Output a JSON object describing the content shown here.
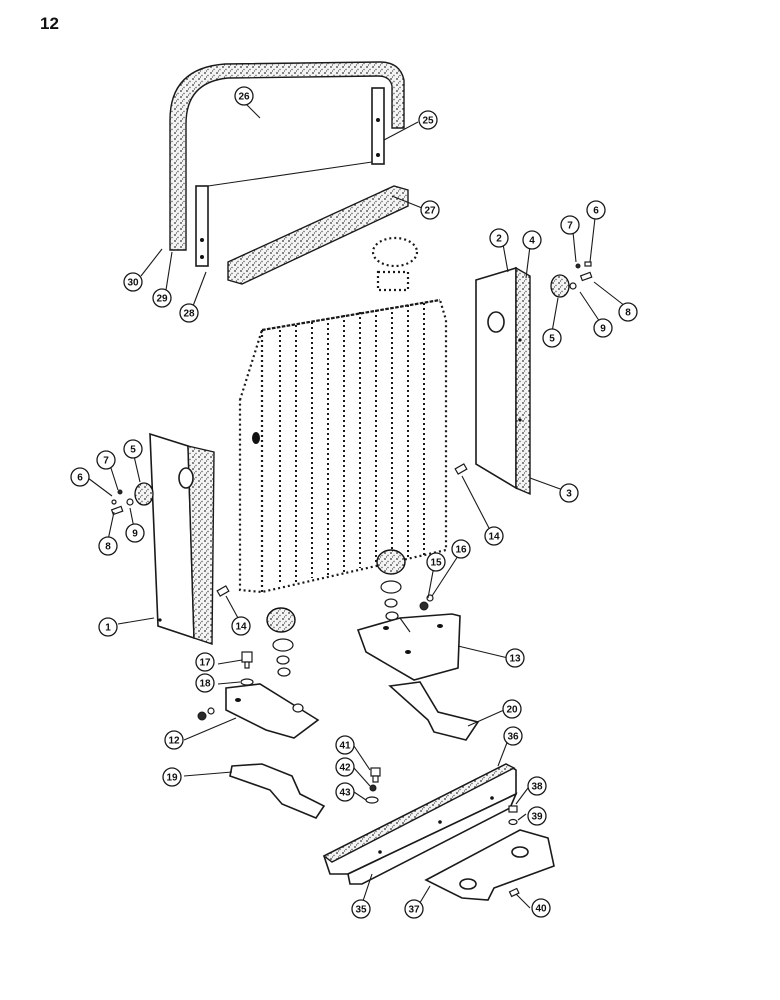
{
  "page_number": "12",
  "callouts": [
    {
      "id": "26"
    },
    {
      "id": "25"
    },
    {
      "id": "27"
    },
    {
      "id": "30"
    },
    {
      "id": "29"
    },
    {
      "id": "28"
    },
    {
      "id": "2"
    },
    {
      "id": "4"
    },
    {
      "id": "7"
    },
    {
      "id": "6"
    },
    {
      "id": "5"
    },
    {
      "id": "9"
    },
    {
      "id": "8"
    },
    {
      "id": "3"
    },
    {
      "id": "14"
    },
    {
      "id": "6"
    },
    {
      "id": "7"
    },
    {
      "id": "5"
    },
    {
      "id": "8"
    },
    {
      "id": "9"
    },
    {
      "id": "1"
    },
    {
      "id": "14"
    },
    {
      "id": "15"
    },
    {
      "id": "16"
    },
    {
      "id": "13"
    },
    {
      "id": "17"
    },
    {
      "id": "18"
    },
    {
      "id": "20"
    },
    {
      "id": "12"
    },
    {
      "id": "36"
    },
    {
      "id": "41"
    },
    {
      "id": "42"
    },
    {
      "id": "19"
    },
    {
      "id": "43"
    },
    {
      "id": "38"
    },
    {
      "id": "39"
    },
    {
      "id": "35"
    },
    {
      "id": "37"
    },
    {
      "id": "40"
    }
  ]
}
